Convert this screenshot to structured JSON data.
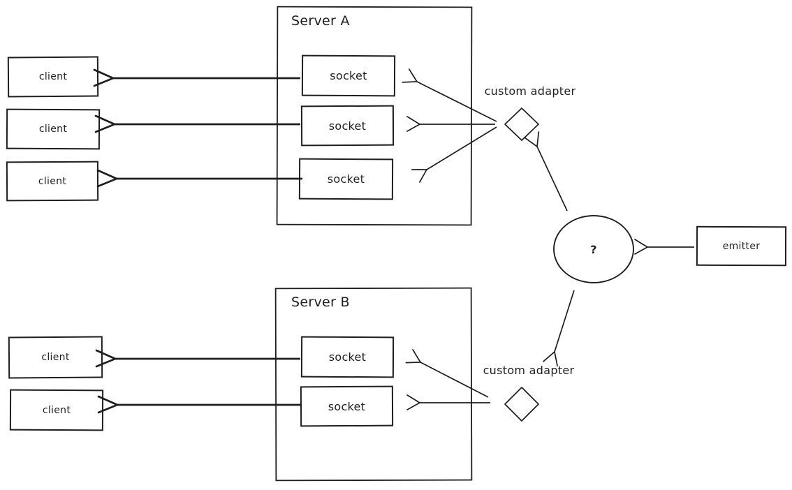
{
  "colors": {
    "stroke": "#1e1e1e",
    "background": "#ffffff"
  },
  "servers": [
    {
      "label": "Server A",
      "sockets": [
        {
          "label": "socket"
        },
        {
          "label": "socket"
        },
        {
          "label": "socket"
        }
      ]
    },
    {
      "label": "Server B",
      "sockets": [
        {
          "label": "socket"
        },
        {
          "label": "socket"
        }
      ]
    }
  ],
  "clients_top": [
    {
      "label": "client"
    },
    {
      "label": "client"
    },
    {
      "label": "client"
    }
  ],
  "clients_bottom": [
    {
      "label": "client"
    },
    {
      "label": "client"
    }
  ],
  "adapters": [
    {
      "label": "custom adapter"
    },
    {
      "label": "custom adapter"
    }
  ],
  "hub": {
    "label": "?"
  },
  "emitter": {
    "label": "emitter"
  },
  "edges": [
    {
      "from": "server-a-socket-1",
      "to": "client-top-1"
    },
    {
      "from": "server-a-socket-2",
      "to": "client-top-2"
    },
    {
      "from": "server-a-socket-3",
      "to": "client-top-3"
    },
    {
      "from": "server-b-socket-1",
      "to": "client-bottom-1"
    },
    {
      "from": "server-b-socket-2",
      "to": "client-bottom-2"
    },
    {
      "from": "adapter-a",
      "to": "server-a-socket-1"
    },
    {
      "from": "adapter-a",
      "to": "server-a-socket-2"
    },
    {
      "from": "adapter-a",
      "to": "server-a-socket-3"
    },
    {
      "from": "adapter-b",
      "to": "server-b-socket-1"
    },
    {
      "from": "adapter-b",
      "to": "server-b-socket-2"
    },
    {
      "from": "hub",
      "to": "adapter-a"
    },
    {
      "from": "hub",
      "to": "adapter-b"
    },
    {
      "from": "emitter",
      "to": "hub"
    }
  ]
}
